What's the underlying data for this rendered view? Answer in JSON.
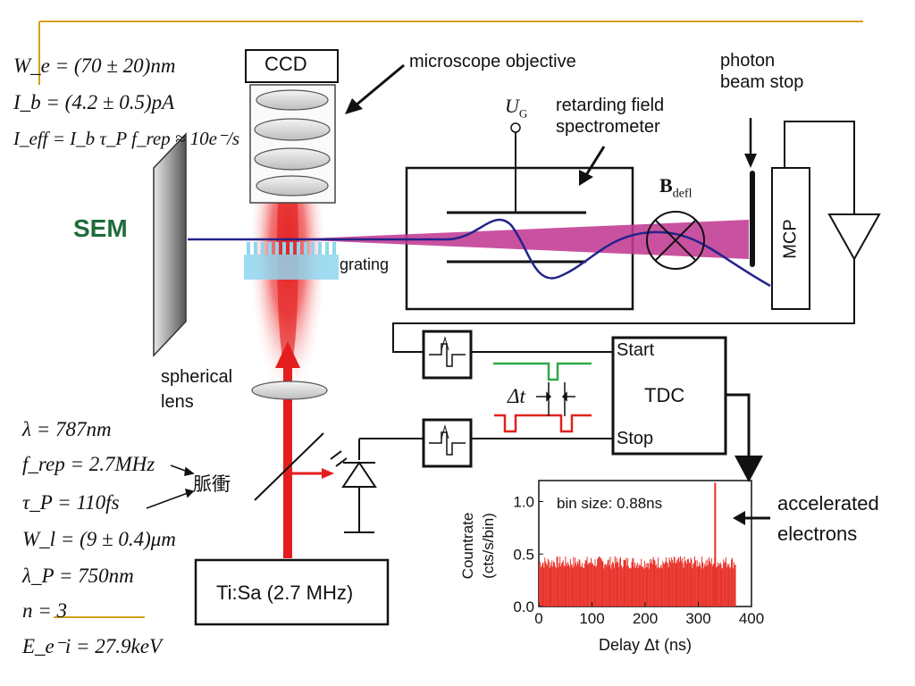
{
  "labels": {
    "ccd": "CCD",
    "microscope_objective": "microscope objective",
    "photon_beam_stop_line1": "photon",
    "photon_beam_stop_line2": "beam stop",
    "ug": "U",
    "ug_sub": "G",
    "retarding_line1": "retarding field",
    "retarding_line2": "spectrometer",
    "bdefl": "B",
    "bdefl_sub": "defl",
    "sem": "SEM",
    "grating": "grating",
    "mcp": "MCP",
    "start": "Start",
    "stop": "Stop",
    "tdc": "TDC",
    "delta_t": "Δt",
    "spherical_line1": "spherical",
    "spherical_line2": "lens",
    "laser": "Ti:Sa (2.7 MHz)",
    "pulse_cjk": "脈衝",
    "accelerated_line1": "accelerated",
    "accelerated_line2": "electrons"
  },
  "params_top": {
    "we": "W_e = (70 ± 20)nm",
    "ib": "I_b = (4.2 ± 0.5)pA",
    "ieff": "I_eff = I_b τ_P f_rep ≈ 10e⁻/s"
  },
  "params_bottom": {
    "lambda": "λ = 787nm",
    "frep": "f_rep = 2.7MHz",
    "taup": "τ_P = 110fs",
    "wl": "W_l = (9 ± 0.4)μm",
    "lambdap": "λ_P = 750nm",
    "n": "n = 3",
    "ee": "E_e⁻i = 27.9keV"
  },
  "chart_data": {
    "type": "bar",
    "annotation": "bin size: 0.88ns",
    "ylabel_line1": "Countrate",
    "ylabel_line2": "(cts/s/bin)",
    "xlabel": "Delay Δt (ns)",
    "xlim": [
      0,
      400
    ],
    "ylim": [
      0,
      1.2
    ],
    "x_ticks": [
      0,
      100,
      200,
      300,
      400
    ],
    "y_ticks": [
      0.0,
      0.5,
      1.0
    ],
    "x_tick_labels": [
      "0",
      "100",
      "200",
      "300",
      "400"
    ],
    "y_tick_labels": [
      "0.0",
      "0.5",
      "1.0"
    ],
    "baseline_level": 0.42,
    "noise_amplitude": 0.06,
    "data_range": [
      0,
      370
    ],
    "peak": {
      "x": 330,
      "y": 1.18
    },
    "color": "#e8322a"
  },
  "colors": {
    "accent_line": "#d4a017",
    "sem_text": "#1f6b3a",
    "laser_red": "#e41e1e",
    "beam_magenta": "#c13a93",
    "electron_path": "#23238a",
    "grating": "#8fd6ef",
    "pulse_green": "#2ea84a",
    "pulse_red": "#e0201c"
  }
}
